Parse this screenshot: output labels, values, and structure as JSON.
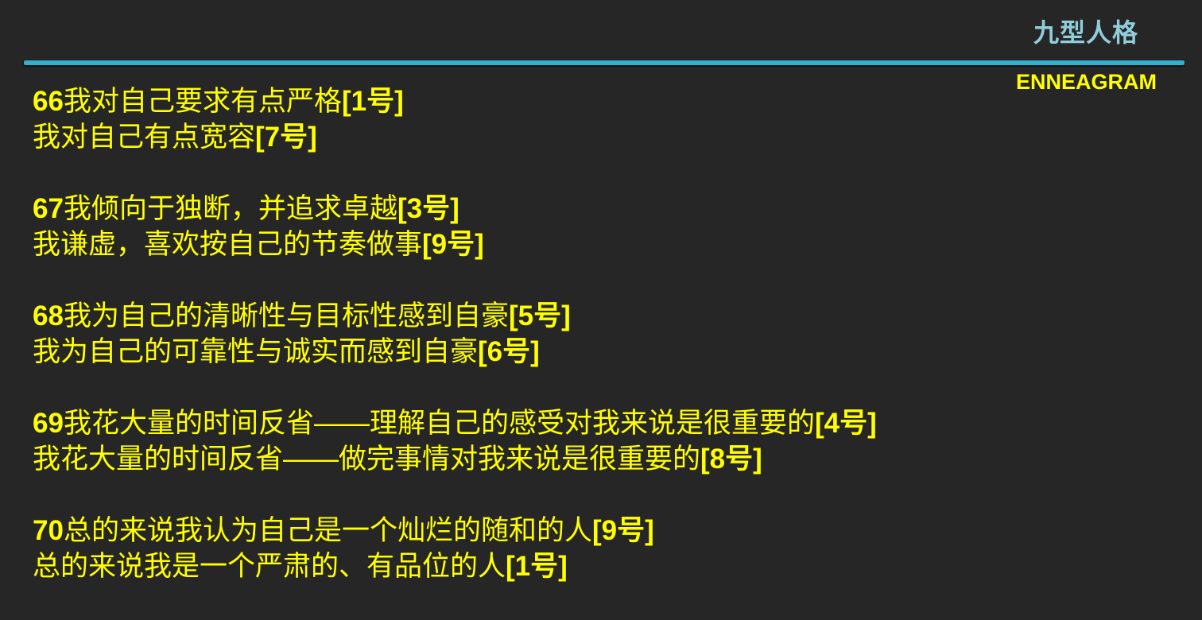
{
  "header": {
    "title": "九型人格",
    "subtitle": "ENNEAGRAM"
  },
  "items": [
    {
      "num": "66",
      "a": "我对自己要求有点严格",
      "a_tag": "[1号]",
      "b": "我对自己有点宽容",
      "b_tag": "[7号]"
    },
    {
      "num": "67",
      "a": "我倾向于独断，并追求卓越",
      "a_tag": "[3号]",
      "b": "我谦虚，喜欢按自己的节奏做事",
      "b_tag": "[9号]"
    },
    {
      "num": "68",
      "a": "我为自己的清晰性与目标性感到自豪",
      "a_tag": "[5号]",
      "b": "我为自己的可靠性与诚实而感到自豪",
      "b_tag": "[6号]"
    },
    {
      "num": "69",
      "a": "我花大量的时间反省——理解自己的感受对我来说是很重要的",
      "a_tag": "[4号]",
      "b": "我花大量的时间反省——做完事情对我来说是很重要的",
      "b_tag": "[8号]"
    },
    {
      "num": "70",
      "a": "总的来说我认为自己是一个灿烂的随和的人",
      "a_tag": "[9号]",
      "b": "总的来说我是一个严肃的、有品位的人",
      "b_tag": "[1号]"
    }
  ]
}
